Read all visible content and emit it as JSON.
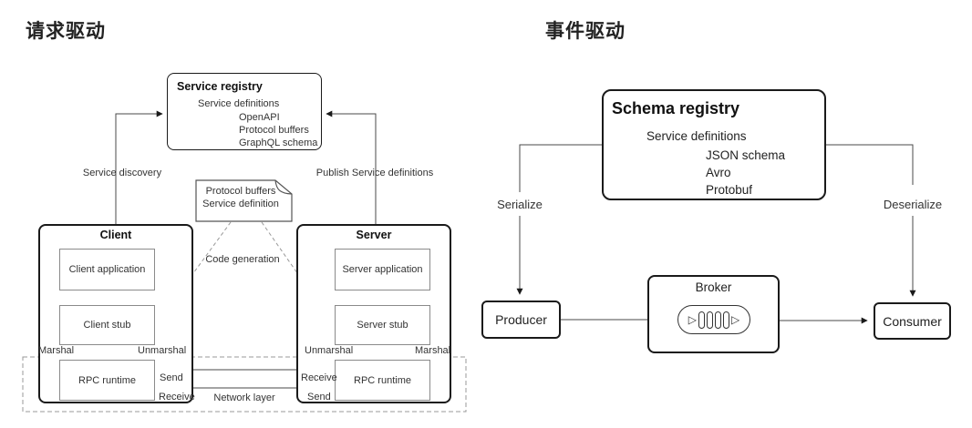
{
  "left": {
    "title": "请求驱动",
    "service_registry": {
      "title": "Service registry",
      "subtitle": "Service definitions",
      "items": [
        "OpenAPI",
        "Protocol buffers",
        "GraphQL schema"
      ]
    },
    "document": {
      "line1": "Protocol buffers",
      "line2": "Service definition"
    },
    "client": {
      "title": "Client",
      "application": "Client application",
      "stub": "Client stub",
      "runtime": "RPC runtime"
    },
    "server": {
      "title": "Server",
      "application": "Server application",
      "stub": "Server stub",
      "runtime": "RPC runtime"
    },
    "labels": {
      "service_discovery": "Service discovery",
      "publish": "Publish Service definitions",
      "code_generation": "Code generation",
      "marshal": "Marshal",
      "unmarshal": "Unmarshal",
      "send": "Send",
      "receive": "Receive",
      "network_layer": "Network layer"
    }
  },
  "right": {
    "title": "事件驱动",
    "schema_registry": {
      "title": "Schema registry",
      "subtitle": "Service definitions",
      "items": [
        "JSON schema",
        "Avro",
        "Protobuf"
      ]
    },
    "labels": {
      "serialize": "Serialize",
      "deserialize": "Deserialize"
    },
    "producer": "Producer",
    "broker": "Broker",
    "consumer": "Consumer"
  },
  "colors": {
    "main_stroke": "#1a1a1a",
    "inner_stroke": "#8a8a8a",
    "line": "#4a4a4a",
    "dashed": "#999999",
    "text": "#2b2b2b"
  }
}
